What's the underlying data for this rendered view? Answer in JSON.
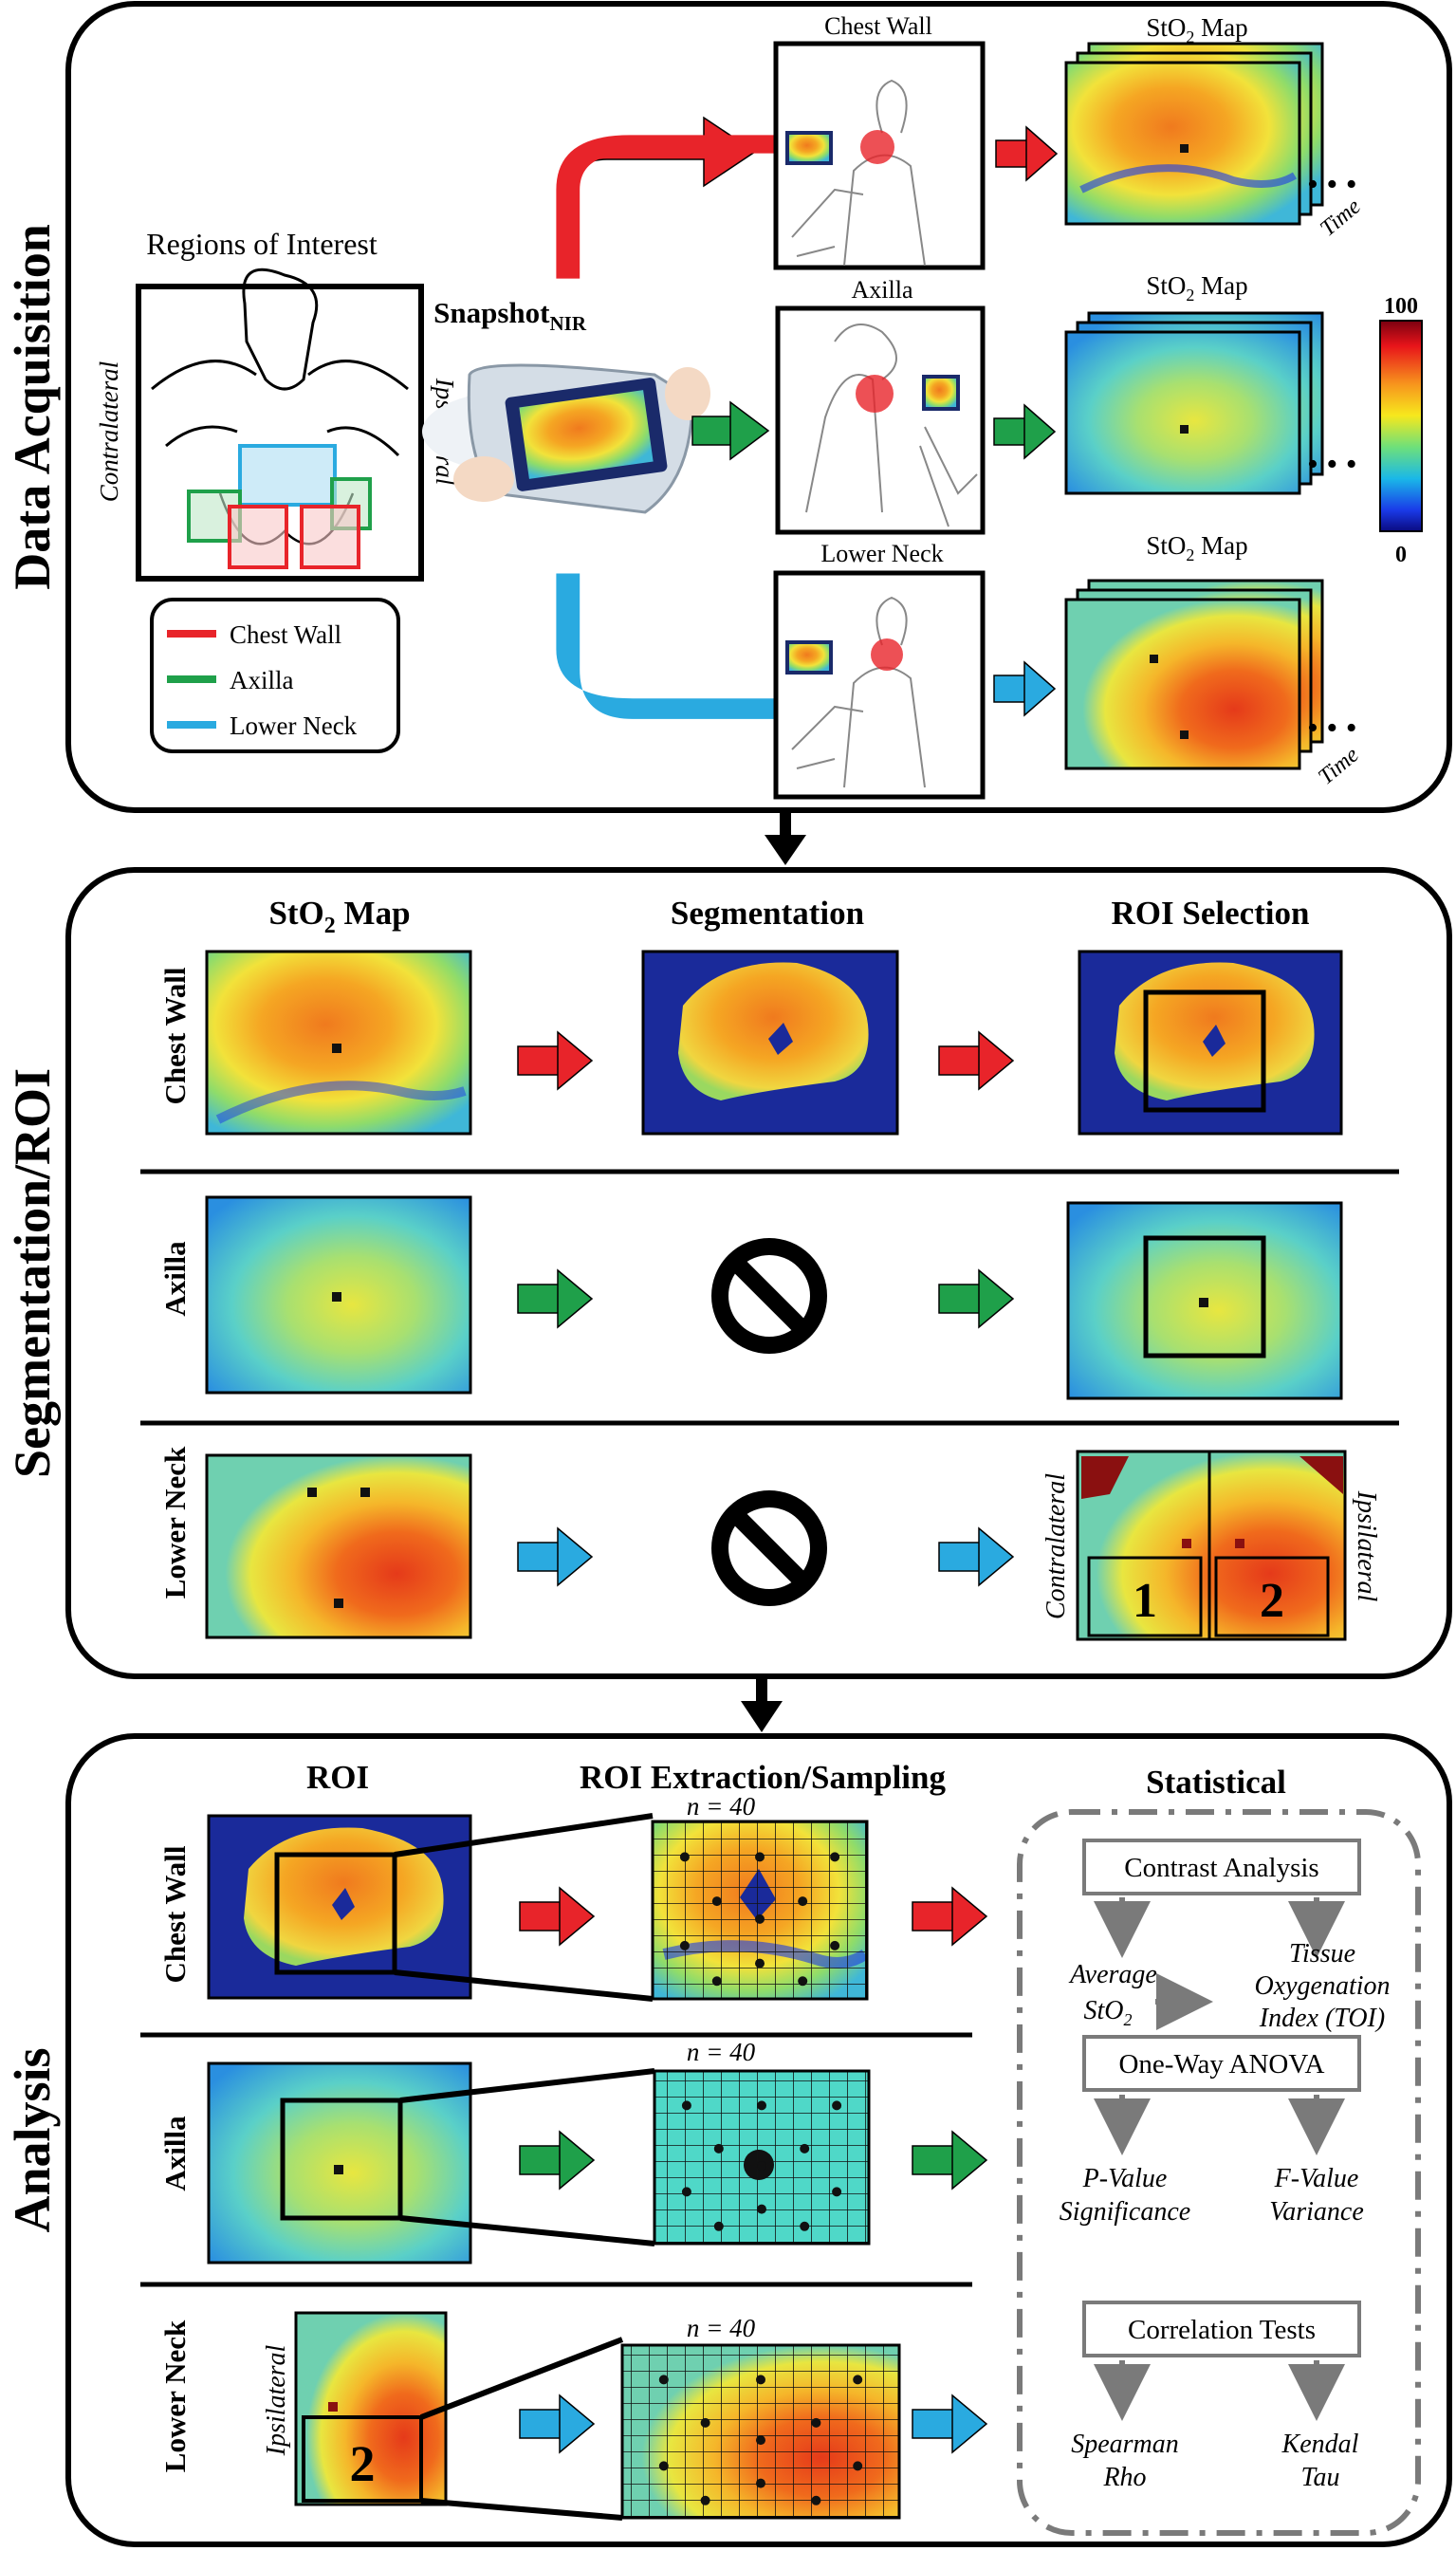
{
  "panels": {
    "acquisition": "Data Acquisition",
    "segmentation": "Segmentation/ROI",
    "analysis": "Analysis"
  },
  "acquisition": {
    "roi_title": "Regions of Interest",
    "contralateral": "Contralateral",
    "ipsilateral": "Ipsilateral",
    "legend": [
      {
        "label": "Chest Wall",
        "color": "#e8242a"
      },
      {
        "label": "Axilla",
        "color": "#1fa04a"
      },
      {
        "label": "Lower Neck",
        "color": "#2aaae0"
      }
    ],
    "device_label": "Snapshot",
    "device_sub": "NIR",
    "scenes": [
      "Chest Wall",
      "Axilla",
      "Lower Neck"
    ],
    "map_label": "StO",
    "map_sub": "2",
    "map_suffix": " Map",
    "time": "Time",
    "colorbar_max": "100",
    "colorbar_min": "0"
  },
  "segmentation": {
    "headers": [
      "StO",
      "Segmentation",
      "ROI Selection"
    ],
    "header_sub": "2",
    "header_suffix": " Map",
    "rows": [
      "Chest Wall",
      "Axilla",
      "Lower Neck"
    ],
    "contralateral": "Contralateral",
    "ipsilateral": "Ipsilateral",
    "roi_numbers": [
      "1",
      "2"
    ]
  },
  "analysis": {
    "headers": [
      "ROI",
      "ROI Extraction/Sampling",
      "Statistical"
    ],
    "rows": [
      "Chest Wall",
      "Axilla",
      "Lower Neck"
    ],
    "n_label": "n = 40",
    "ipsilateral": "Ipsilateral",
    "roi_number": "2",
    "stats": {
      "contrast": "Contrast Analysis",
      "avg1": "Average",
      "avg2": "StO",
      "avg_sub": "2",
      "toi1": "Tissue",
      "toi2": "Oxygenation",
      "toi3": "Index (TOI)",
      "anova": "One-Way ANOVA",
      "p1": "P-Value",
      "p2": "Significance",
      "f1": "F-Value",
      "f2": "Variance",
      "corr": "Correlation Tests",
      "s1": "Spearman",
      "s2": "Rho",
      "k1": "Kendal",
      "k2": "Tau"
    }
  },
  "colors": {
    "red": "#e8242a",
    "green": "#1fa04a",
    "blue": "#2aaae0",
    "gray": "#7a7a7a"
  }
}
